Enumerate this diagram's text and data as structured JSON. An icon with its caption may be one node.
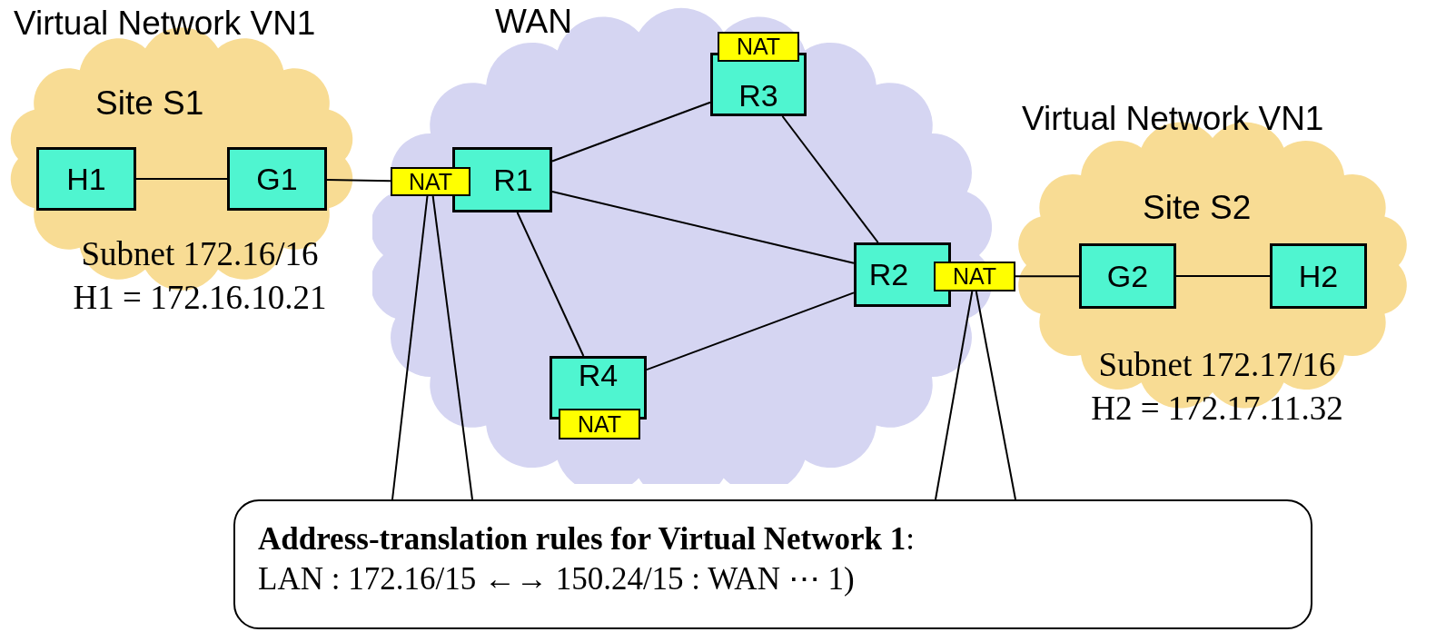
{
  "diagram": {
    "nodes": [
      {
        "text": [
          "Virtual Network VN1",
          "Site S1"
        ],
        "beside": [
          "Subnet 172.16/16",
          "H1 = 172.16.10.21"
        ]
      },
      {
        "text": [
          "H1"
        ],
        "in": 0
      },
      {
        "text": [
          "G1"
        ],
        "in": 0
      },
      {
        "text": [
          "WAN"
        ]
      },
      {
        "text": [
          "R1"
        ],
        "in": 3
      },
      {
        "text": [
          "NAT"
        ],
        "in": 3
      },
      {
        "text": [
          "R3"
        ],
        "in": 3
      },
      {
        "text": [
          "NAT"
        ],
        "in": 3
      },
      {
        "text": [
          "R2"
        ],
        "in": 3
      },
      {
        "text": [
          "NAT"
        ]
      },
      {
        "text": [
          "R4"
        ],
        "in": 3
      },
      {
        "text": [
          "NAT"
        ],
        "in": 3
      },
      {
        "text": [
          "Virtual Network VN1",
          "Site S2"
        ],
        "beside": [
          "Subnet 172.17/16",
          "H2 = 172.17.11.32"
        ]
      },
      {
        "text": [
          "G2"
        ],
        "in": 12
      },
      {
        "text": [
          "H2"
        ],
        "in": 12
      },
      {
        "text": [
          "**Address-translation rules for Virtual Network 1**:",
          "LAN : 172.16/15 ←→  150.24/15 : WAN   ⋯ 1)"
        ]
      }
    ],
    "edges": [
      {
        "from": 1,
        "to": 2,
        "arrow": "none"
      },
      {
        "from": 2,
        "to": 5,
        "arrow": "none"
      },
      {
        "from": 4,
        "to": 6,
        "arrow": "none"
      },
      {
        "from": 4,
        "to": 8,
        "arrow": "none"
      },
      {
        "from": 4,
        "to": 10,
        "arrow": "none"
      },
      {
        "from": 6,
        "to": 8,
        "arrow": "none"
      },
      {
        "from": 10,
        "to": 8,
        "arrow": "none"
      },
      {
        "from": 9,
        "to": 13,
        "arrow": "none"
      },
      {
        "from": 13,
        "to": 14,
        "arrow": "none"
      },
      {
        "from": 15,
        "to": 5,
        "arrow": "none"
      },
      {
        "from": 15,
        "to": 5,
        "arrow": "none"
      },
      {
        "from": 15,
        "to": 9,
        "arrow": "none"
      },
      {
        "from": 15,
        "to": 9,
        "arrow": "none"
      }
    ]
  }
}
